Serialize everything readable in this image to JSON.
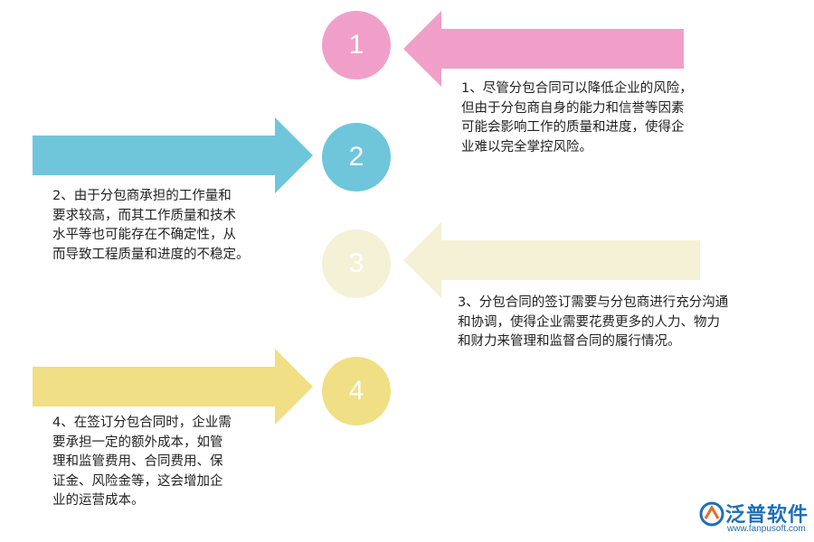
{
  "items": [
    {
      "number": "1",
      "color": "#f0a0c8",
      "direction": "left",
      "text": "1、尽管分包合同可以降低企业的风险，\n但由于分包商自身的能力和信誉等因素\n可能会影响工作的质量和进度，使得企\n业难以完全掌控风险。"
    },
    {
      "number": "2",
      "color": "#6fc6db",
      "direction": "right",
      "text": "2、由于分包商承担的工作量和\n要求较高，而其工作质量和技术\n水平等也可能存在不确定性，从\n而导致工程质量和进度的不稳定。"
    },
    {
      "number": "3",
      "color": "#f4f1d6",
      "direction": "left",
      "text": "3、分包合同的签订需要与分包商进行充分沟通\n和协调，使得企业需要花费更多的人力、物力\n和财力来管理和监督合同的履行情况。"
    },
    {
      "number": "4",
      "color": "#f0df84",
      "direction": "right",
      "text": "4、在签订分包合同时，企业需\n要承担一定的额外成本，如管\n理和监管费用、合同费用、保\n证金、风险金等，这会增加企\n业的运营成本。"
    }
  ],
  "logo": {
    "name": "泛普软件",
    "url": "www.fanpusoft.com",
    "color": "#1f6fb4"
  }
}
